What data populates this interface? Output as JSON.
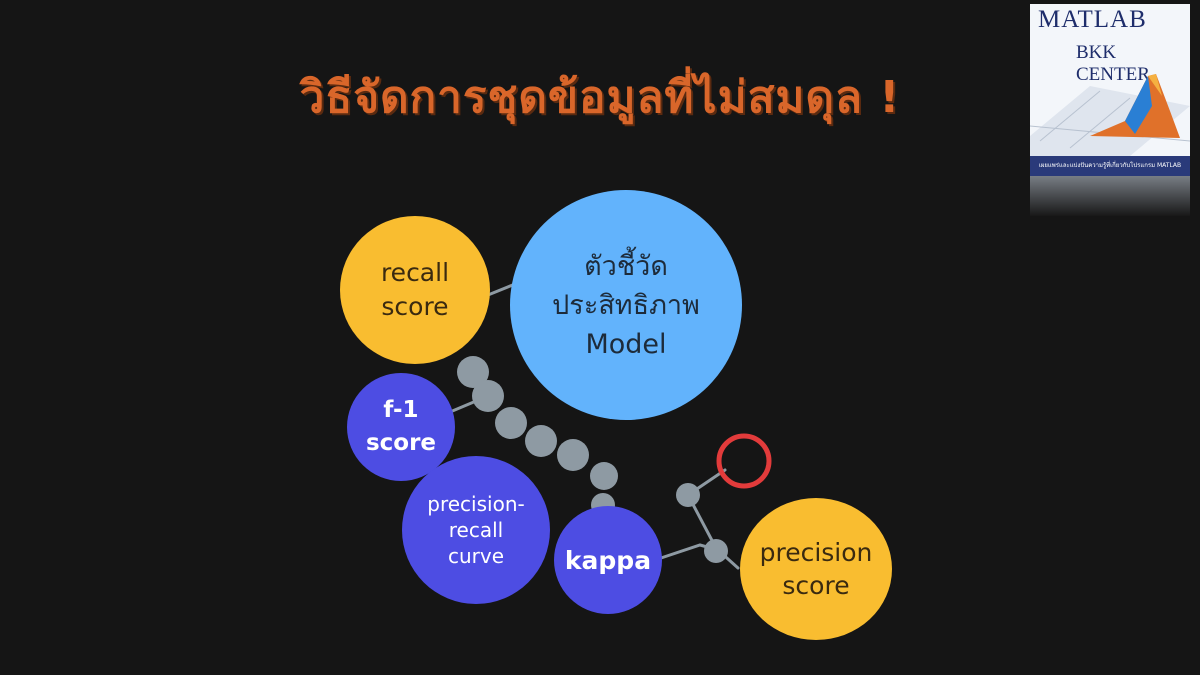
{
  "title": "วิธีจัดการชุดข้อมูลที่ไม่สมดุล !",
  "logo": {
    "line1": "MATLAB",
    "line2": "BKK CENTER",
    "band": "เผยแพร่และแบ่งปันความรู้ที่เกี่ยวกับโปรแกรม MATLAB"
  },
  "nodes": {
    "center": "ตัวชี้วัด\nประสิทธิภาพ\nModel",
    "recall": "recall\nscore",
    "f1": "f-1\nscore",
    "pr_curve": "precision-\nrecall\ncurve",
    "kappa": "kappa",
    "precision": "precision\nscore"
  },
  "colors": {
    "title": "#d9662a",
    "yellow": "#f9bd30",
    "blue": "#62b3fc",
    "purple": "#4d4de3",
    "connector": "#8e9aa3",
    "ring": "#e23b3b"
  }
}
